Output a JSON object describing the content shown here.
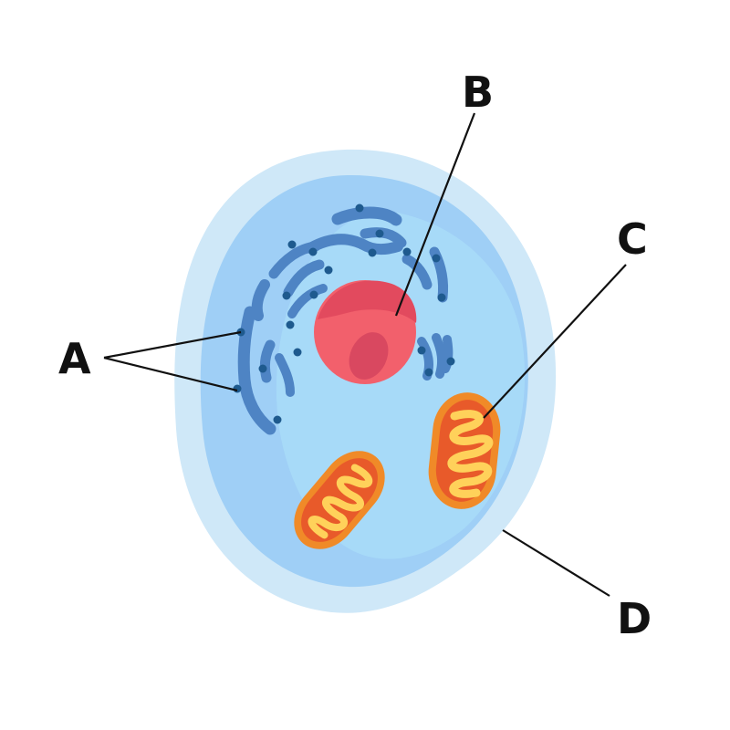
{
  "labels": {
    "a": "A",
    "b": "B",
    "c": "C",
    "d": "D"
  },
  "colors": {
    "membrane": "#cfe8f8",
    "cytoplasm": "#9fcff6",
    "cytoplasm_light": "#a8dcf8",
    "er": "#4e84c4",
    "ribosome": "#1e5a8e",
    "nucleus": "#f2606c",
    "nucleus_dark": "#e24a5e",
    "nucleolus": "#d94860",
    "mito_outer": "#f08a28",
    "mito_inner": "#e85a2a",
    "mito_cristae": "#ffd15a",
    "leader_line": "#111111"
  }
}
